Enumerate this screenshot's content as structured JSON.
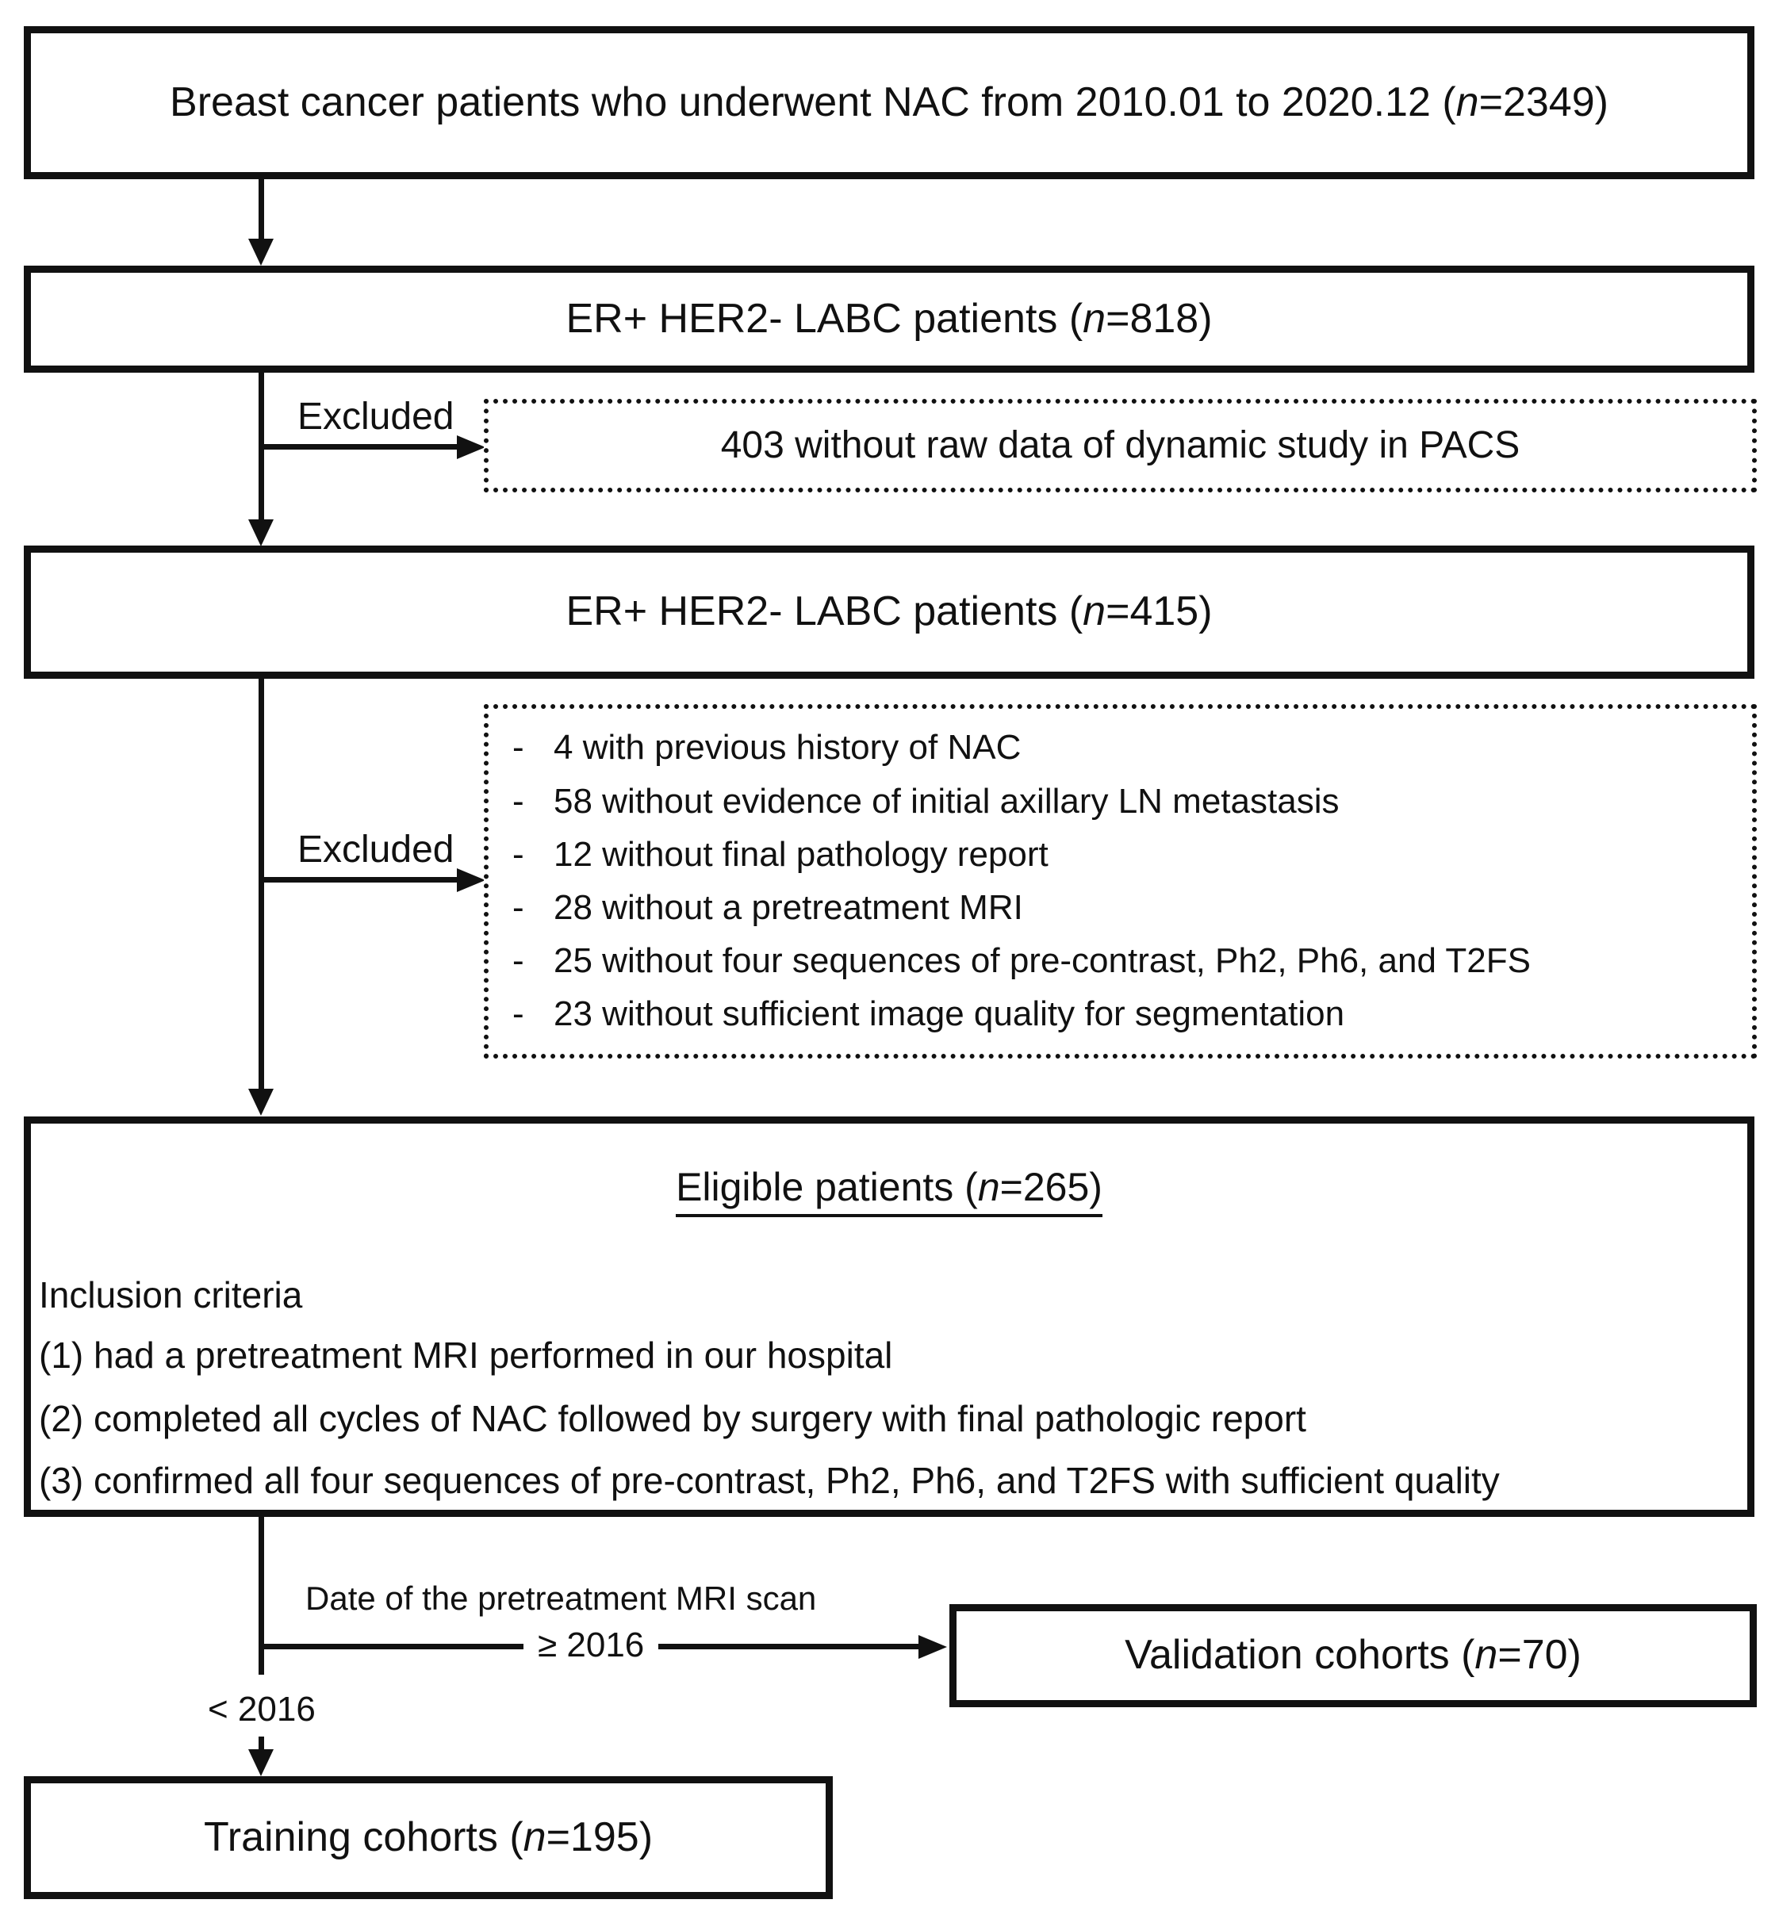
{
  "colors": {
    "ink": "#111111",
    "background": "#ffffff"
  },
  "top_box": {
    "pre": "Breast cancer patients who underwent NAC from 2010.01 to 2020.12 (",
    "n": "n",
    "post": "=2349)"
  },
  "labc_818_box": {
    "pre": "ER+ HER2- LABC patients (",
    "n": "n",
    "post": "=818)"
  },
  "exclusion_1": {
    "label": "Excluded",
    "text": "403 without raw data of dynamic study in PACS"
  },
  "labc_415_box": {
    "pre": "ER+ HER2- LABC patients (",
    "n": "n",
    "post": "=415)"
  },
  "exclusion_2": {
    "label": "Excluded",
    "bullet": "-",
    "items": [
      "4 with previous history of NAC",
      "58 without evidence of initial axillary LN metastasis",
      "12 without final pathology report",
      "28 without a pretreatment MRI",
      "25 without four sequences of pre-contrast, Ph2, Ph6, and T2FS",
      "23 without sufficient image quality for segmentation"
    ]
  },
  "eligible_box": {
    "title_pre": "Eligible patients (",
    "title_n": "n",
    "title_post": "=265)",
    "heading": "Inclusion criteria",
    "criteria": [
      "(1) had a pretreatment MRI performed in our hospital",
      "(2) completed all cycles of NAC followed by surgery with final pathologic report",
      "(3) confirmed all four sequences of pre-contrast, Ph2, Ph6, and T2FS with sufficient quality"
    ]
  },
  "split": {
    "caption": "Date of the pretreatment MRI scan",
    "branch_ge": "≥ 2016",
    "branch_lt": "< 2016"
  },
  "validation_box": {
    "pre": "Validation cohorts (",
    "n": "n",
    "post": "=70)"
  },
  "training_box": {
    "pre": "Training cohorts (",
    "n": "n",
    "post": "=195)"
  }
}
